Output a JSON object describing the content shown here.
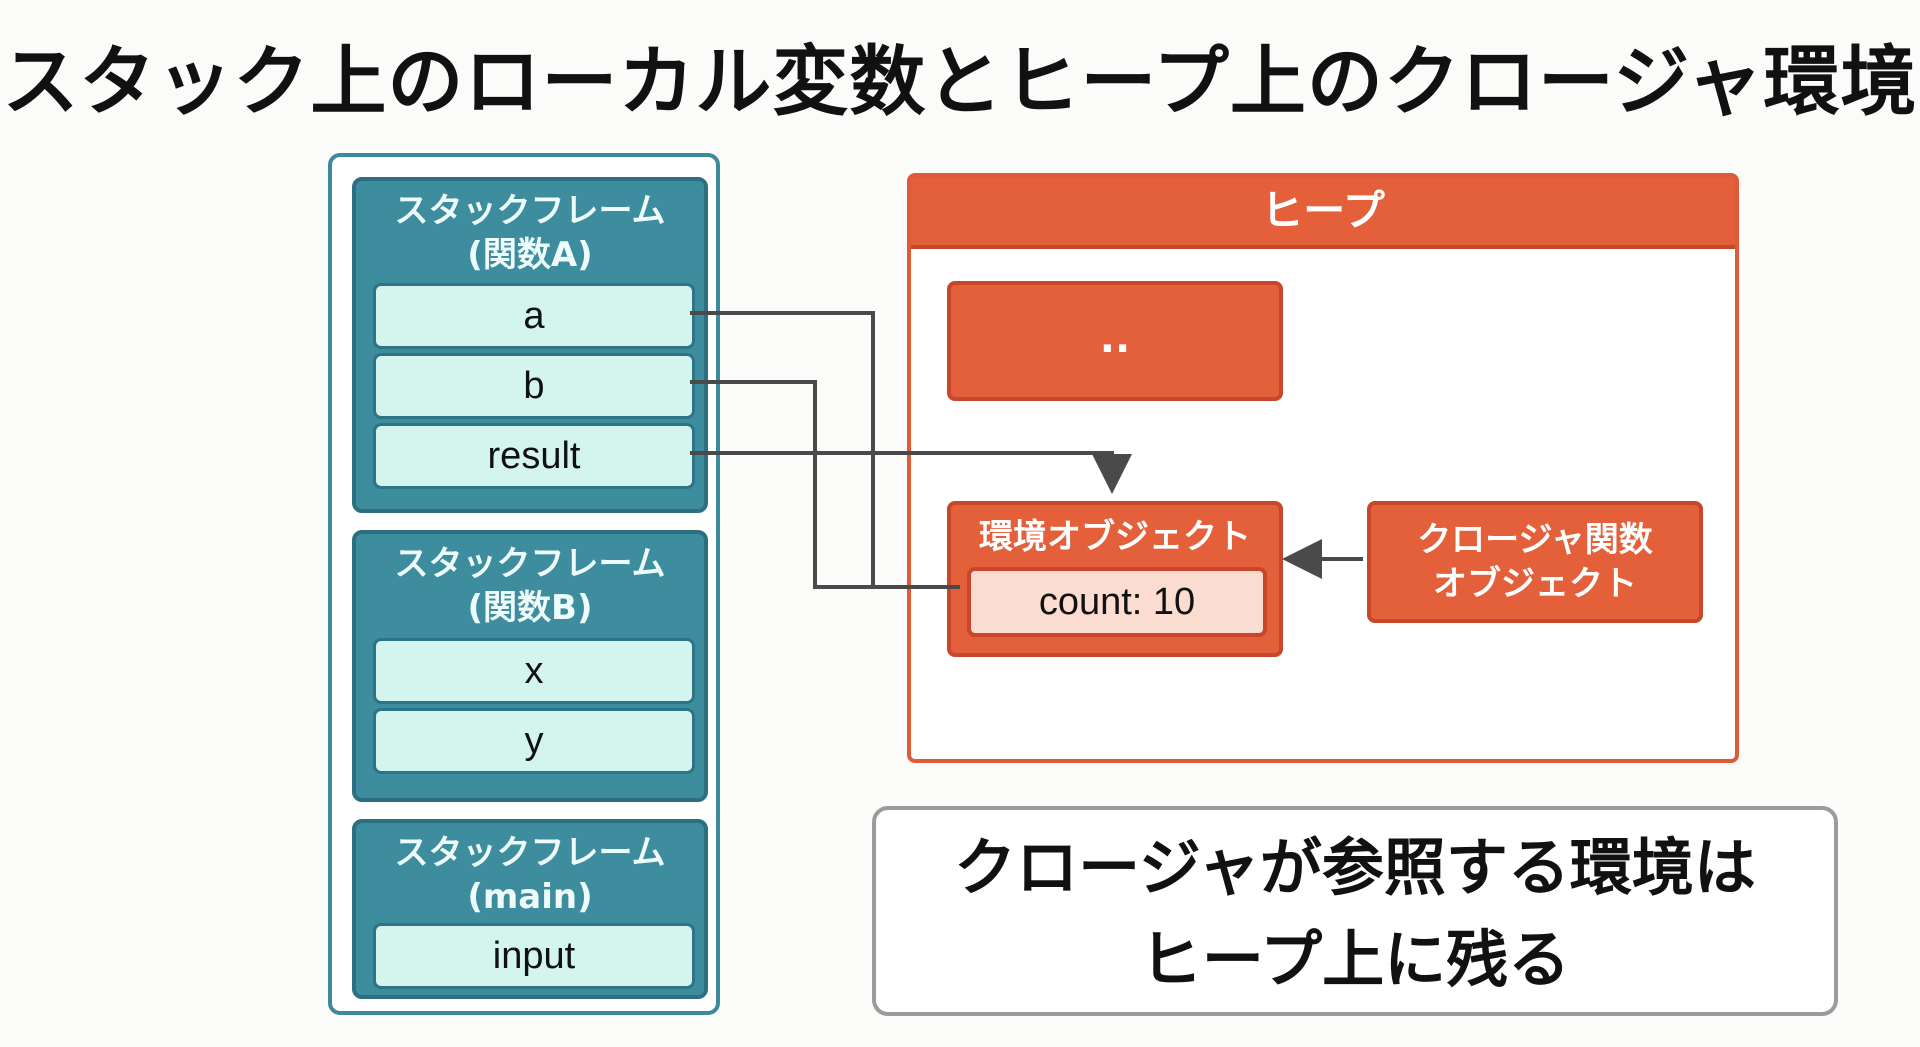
{
  "title": "スタック上のローカル変数とヒープ上のクロージャ環境",
  "stack": {
    "frames": [
      {
        "title_line1": "スタックフレーム",
        "title_line2": "(関数A)",
        "vars": [
          "a",
          "b",
          "result"
        ]
      },
      {
        "title_line1": "スタックフレーム",
        "title_line2": "(関数B)",
        "vars": [
          "x",
          "y"
        ]
      },
      {
        "title_line1": "スタックフレーム",
        "title_line2": "(main)",
        "vars": [
          "input"
        ]
      }
    ]
  },
  "heap": {
    "header": "ヒープ",
    "placeholder": "..",
    "env_object": {
      "title": "環境オブジェクト",
      "field": "count: 10"
    },
    "closure_object": {
      "line1": "クロージャ関数",
      "line2": "オブジェクト"
    }
  },
  "note": {
    "line1": "クロージャが参照する環境は",
    "line2": "ヒープ上に残る"
  },
  "colors": {
    "stack_frame": "#3d8d9f",
    "stack_var": "#d3f5ed",
    "heap_accent": "#e4603b",
    "connector": "#4a4a4a"
  }
}
